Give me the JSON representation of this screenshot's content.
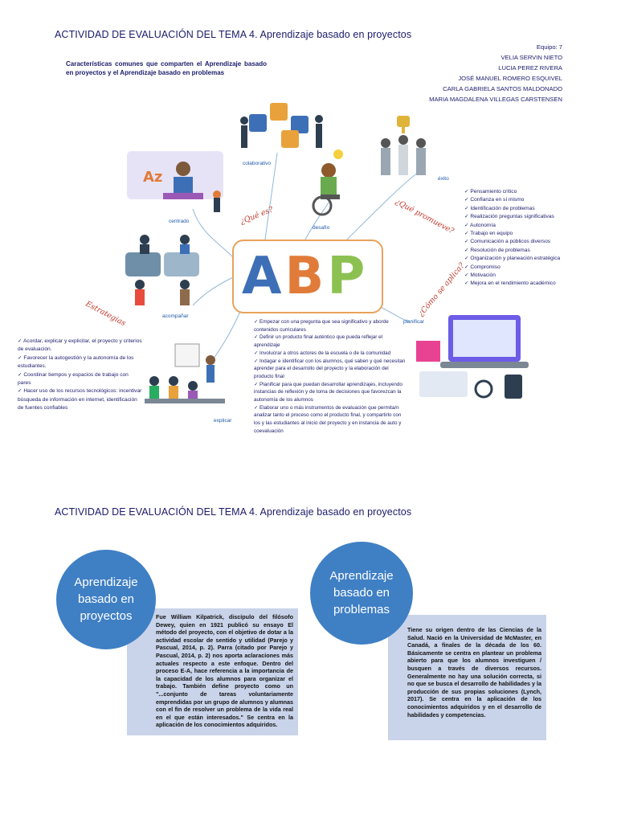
{
  "page1": {
    "title": "ACTIVIDAD DE EVALUACIÓN DEL TEMA 4. Aprendizaje basado en proyectos",
    "team": {
      "label": "Equipo: 7",
      "members": [
        "VELIA SERVIN NIETO",
        "LUCIA PEREZ RIVERA",
        "JOSÉ MANUEL ROMERO ESQUIVEL",
        "CARLA GABRIELA SANTOS MALDONADO",
        "MARIA MAGDALENA VILLEGAS CARSTENSEN"
      ]
    },
    "subtitle": "Características comunes que comparten el Aprendizaje basado en proyectos y el Aprendizaje basado en problemas",
    "center_word": "ABP",
    "center_letters": [
      "A",
      "B",
      "P"
    ],
    "labels": {
      "colaborativo": "colaborativo",
      "centrado": "centrado",
      "desafio": "desafío",
      "exito": "éxito",
      "acompanar": "acompañar",
      "planificar": "planificar",
      "explicar": "explicar"
    },
    "curved_labels": {
      "que_es": "¿Qué es?",
      "que_promueve": "¿Qué promueve?",
      "estrategias": "Estrategias",
      "como_se_aplica": "¿Cómo se aplica?"
    },
    "promueve_list": [
      "Pensamiento crítico",
      "Confianza en sí mismo",
      "Identificación de problemas",
      "Realización preguntas significativas",
      "Autonomía",
      "Trabajo en equipo",
      "Comunicación a públicos diversos",
      "Resolución de problemas",
      "Organización y planeación estratégica",
      "Compromiso",
      "Motivación",
      "Mejora en el rendimiento académico"
    ],
    "estrategias_list": [
      "Acordar, explicar y explicitar, el proyecto y criterios de evaluación.",
      "Favorecer la autogestión y la autonomía de los estudiantes.",
      "Coordinar tiempos y espacios de trabajo con pares",
      "Hacer uso de los recursos tecnológicos: incentivar búsqueda de información en internet, identificación de fuentes confiables"
    ],
    "aplica_list": [
      "Empezar con una pregunta que sea significativo y aborde contenidos curriculares",
      "Definir un producto final auténtico que pueda reflejar el aprendizaje",
      "Involucrar a otros actores de la escuela o de la comunidad",
      "Indagar e identificar con los alumnos, qué saben y qué necesitan aprender para el desarrollo del proyecto y la elaboración del producto final",
      "Planificar para que puedan desarrollar aprendizajes, incluyendo instancias de reflexión y de toma de decisiones que favorezcan la autonomía de los alumnos",
      "Elaborar uno o más instrumentos de evaluación que permita/n analizar tanto el proceso como el producto final, y compartirlo con los y las estudiantes al inicio del proyecto y en instancia de auto y coevaluación"
    ]
  },
  "page2": {
    "title": "ACTIVIDAD DE EVALUACIÓN DEL TEMA 4. Aprendizaje basado en proyectos",
    "left_circle": "Aprendizaje basado en proyectos",
    "left_text": "Fue William Kilpatrick, discípulo del filósofo Dewey, quien en 1921 publicó su ensayo El método del proyecto, con el objetivo de dotar a la actividad escolar de sentido y utilidad (Parejo y Pascual, 2014, p. 2). Parra (citado por Parejo y Pascual, 2014, p. 2) nos aporta aclaraciones más actuales respecto a este enfoque. Dentro del proceso E-A, hace referencia a la importancia de la capacidad de los alumnos para organizar el trabajo. También define proyecto como un \"...conjunto de tareas voluntariamente emprendidas por un grupo de alumnos y alumnas con el fin de resolver un problema de la vida real en el que están interesados.\" Se centra en la aplicación de los conocimientos adquiridos.",
    "right_circle": "Aprendizaje basado en problemas",
    "right_text": "Tiene su origen dentro de las Ciencias de la Salud. Nació en la Universidad de McMaster, en Canadá, a finales de la década de los 60. Básicamente se centra en plantear un problema abierto para que los alumnos investiguen / busquen a través de diversos recursos. Generalmente no hay una solución correcta, si no que se busca el desarrollo de habilidades y la producción de sus propias soluciones (Lynch, 2017). Se centra en la aplicación de los conocimientos adquiridos y en el desarrollo de habilidades y competencias."
  },
  "colors": {
    "title": "#1b1b6b",
    "accent_orange": "#e8a25b",
    "curved_red": "#c0392b",
    "circle_blue": "#3f7fc4",
    "panel_blue": "#c9d4ea",
    "abp_a": "#3d6fb6",
    "abp_b": "#e07b39",
    "abp_p": "#8cc152"
  },
  "icons": [
    "puzzle-teamwork-illustration",
    "students-desk-illustration",
    "trophy-teamwork-illustration",
    "girl-wheelchair-lightbulb-illustration",
    "puzzle-people-illustration",
    "classroom-presentation-illustration",
    "laptop-planning-illustration"
  ]
}
